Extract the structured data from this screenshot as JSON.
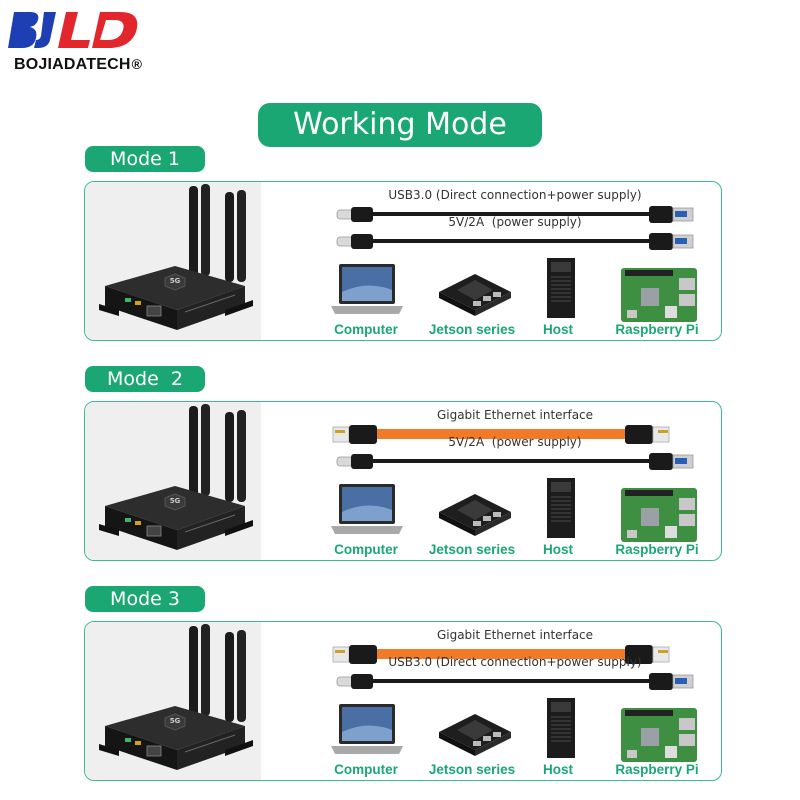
{
  "brand": {
    "name": "BOJIADATECH",
    "registered": "®",
    "logo_letters": "BJLD"
  },
  "title": "Working Mode",
  "colors": {
    "accent": "#1aa774",
    "border": "#3dbb8f",
    "ethernet_cable": "#f07a28",
    "usb_cable": "#1a1a1a",
    "device_bg": "#efefef"
  },
  "hosts": [
    "Computer",
    "Jetson series",
    "Host",
    "Raspberry Pi"
  ],
  "modes": [
    {
      "label": "Mode 1",
      "cables": [
        {
          "label": "USB3.0 (Direct connection+power supply)",
          "type": "usb"
        },
        {
          "label": "5V/2A  (power supply)",
          "type": "usb"
        }
      ]
    },
    {
      "label": "Mode  2",
      "cables": [
        {
          "label": "Gigabit Ethernet interface",
          "type": "ethernet"
        },
        {
          "label": "5V/2A  (power supply)",
          "type": "usb"
        }
      ]
    },
    {
      "label": "Mode 3",
      "cables": [
        {
          "label": "Gigabit Ethernet interface",
          "type": "ethernet"
        },
        {
          "label": "USB3.0 (Direct connection+power supply)",
          "type": "usb"
        }
      ]
    }
  ],
  "device_badge": "5G"
}
